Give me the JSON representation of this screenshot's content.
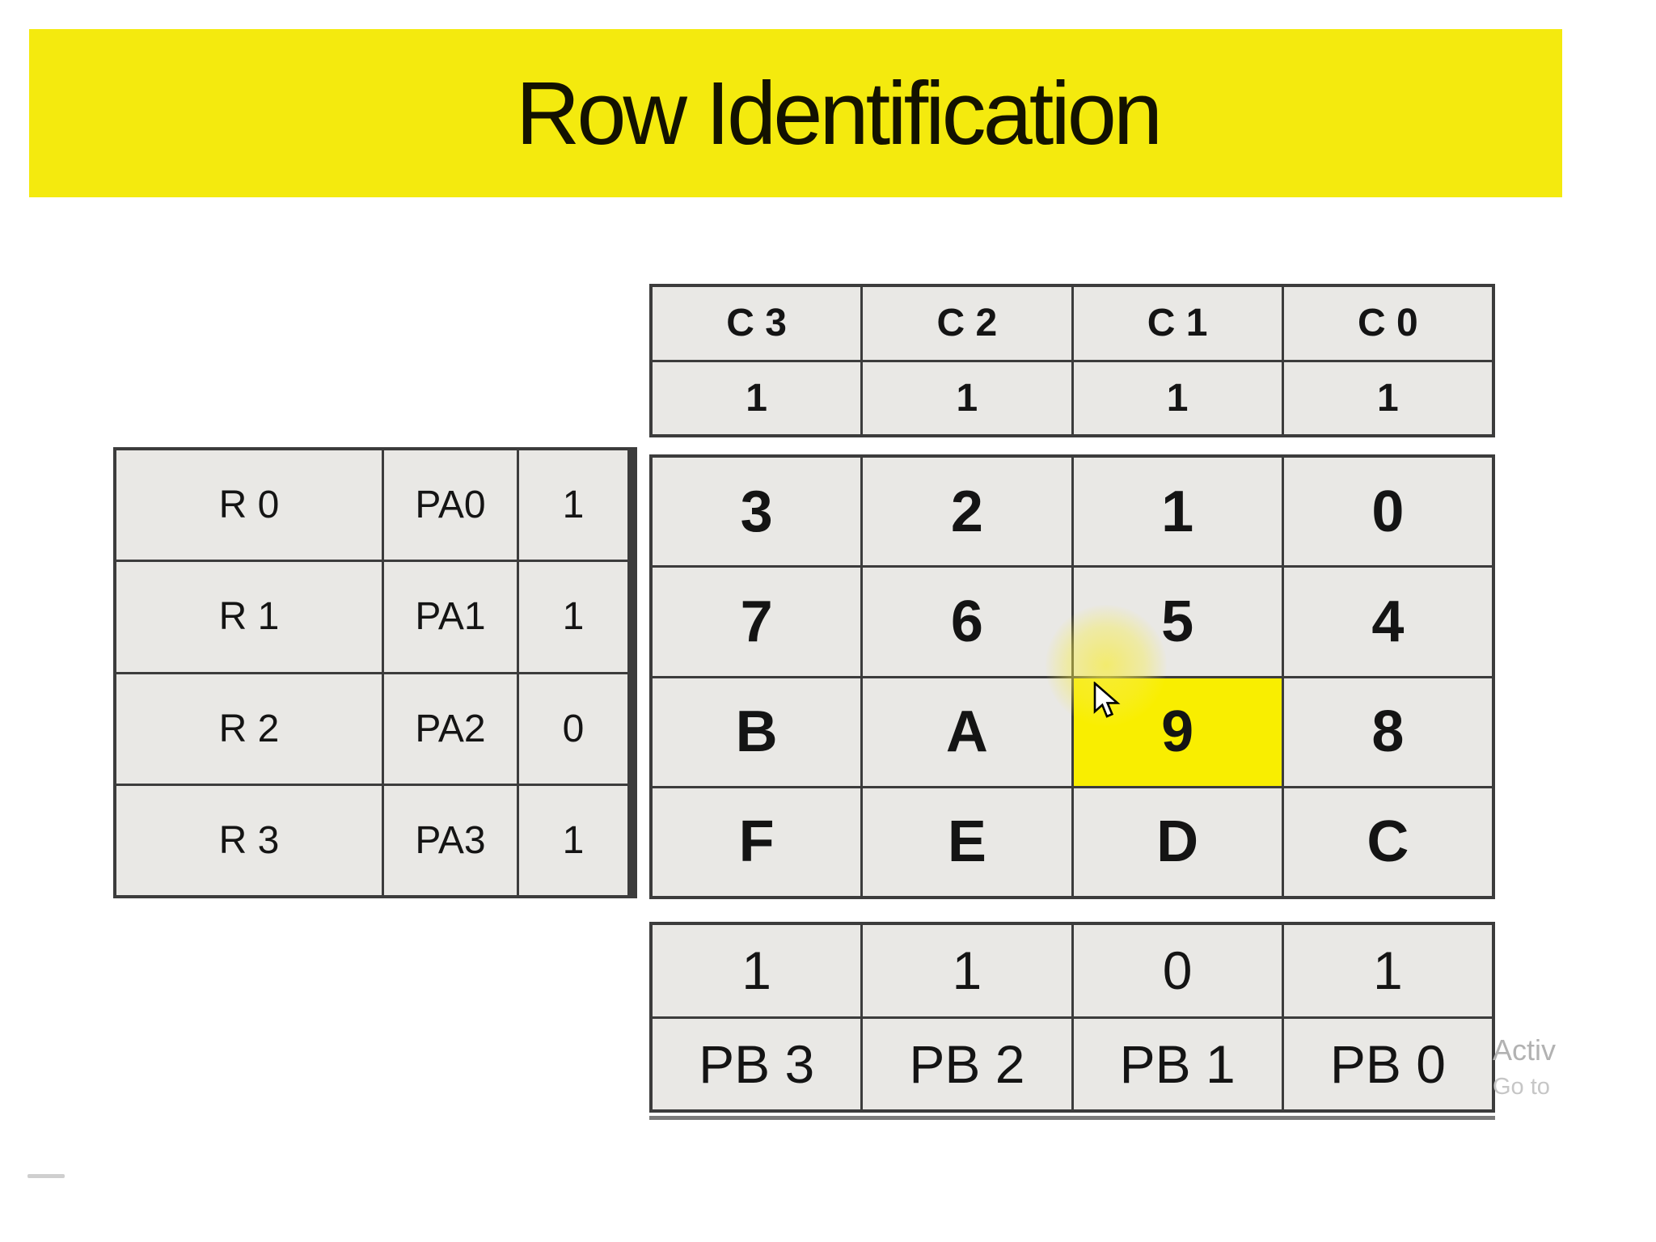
{
  "slide": {
    "title": "Row Identification"
  },
  "left_table": {
    "rows": [
      [
        "R 0",
        "PA0",
        "1"
      ],
      [
        "R 1",
        "PA1",
        "1"
      ],
      [
        "R 2",
        "PA2",
        "0"
      ],
      [
        "R 3",
        "PA3",
        "1"
      ]
    ]
  },
  "top_table": {
    "headers": [
      "C 3",
      "C 2",
      "C 1",
      "C 0"
    ],
    "values": [
      "1",
      "1",
      "1",
      "1"
    ]
  },
  "grid_table": {
    "rows": [
      [
        "3",
        "2",
        "1",
        "0"
      ],
      [
        "7",
        "6",
        "5",
        "4"
      ],
      [
        "B",
        "A",
        "9",
        "8"
      ],
      [
        "F",
        "E",
        "D",
        "C"
      ]
    ],
    "highlighted_value": "9",
    "highlighted_row": 2,
    "highlighted_col": 2
  },
  "bottom_table": {
    "values": [
      "1",
      "1",
      "0",
      "1"
    ],
    "labels": [
      "PB 3",
      "PB 2",
      "PB 1",
      "PB 0"
    ]
  },
  "watermark": {
    "line1": "Activ",
    "line2": "Go to"
  },
  "colors": {
    "banner_yellow": "#f4ea0e",
    "highlight_yellow": "#f9ee00",
    "cell_gray": "#e9e8e5",
    "border_dark": "#3c3c3c",
    "watermark_gray": "#b2b2b2"
  }
}
